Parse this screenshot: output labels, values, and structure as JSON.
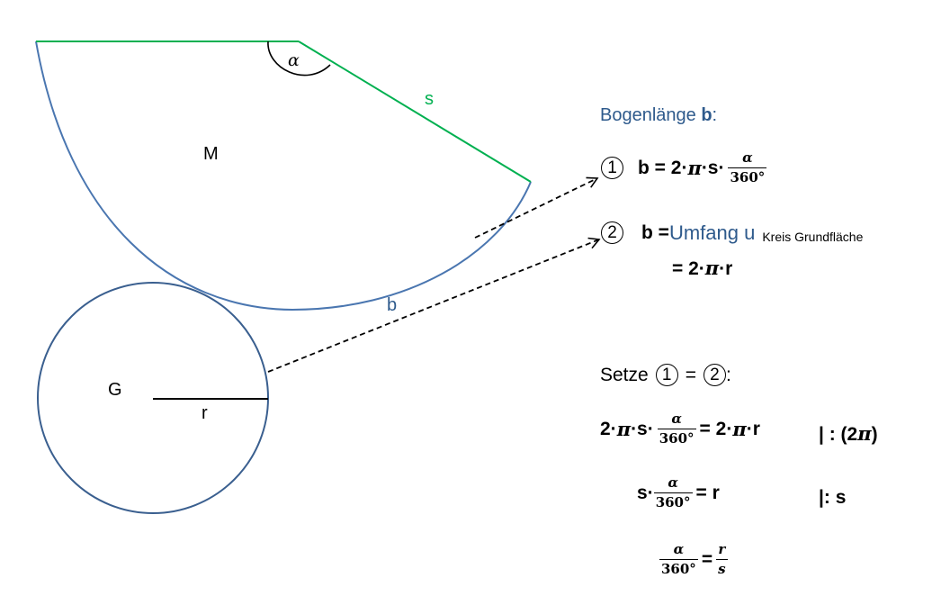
{
  "diagram": {
    "sector_label": "M",
    "slant_label": "s",
    "angle_label": "α",
    "arc_label": "b",
    "base_label": "G",
    "radius_label": "r"
  },
  "formulas": {
    "heading_prefix": "Bogenlänge ",
    "heading_var": "b",
    "heading_suffix": ":",
    "eq1_marker": "1",
    "eq1_lhs": "b = 2·",
    "eq1_pi": "π",
    "eq1_mid": "·s·",
    "eq1_num": "α",
    "eq1_den": "360°",
    "eq2_marker": "2",
    "eq2_lhs": "b = ",
    "eq2_umfang": "Umfang u",
    "eq2_sub": "Kreis Grundfläche",
    "eq2_line2_a": "= 2·",
    "eq2_line2_pi": "π",
    "eq2_line2_b": "·r",
    "setze_text": "Setze",
    "setze_m1": "1",
    "setze_eq": "=",
    "setze_m2": "2",
    "setze_colon": ":",
    "step1_a": "2·",
    "step1_pi": "π",
    "step1_b": "·s·",
    "step1_num": "α",
    "step1_den": "360°",
    "step1_rhs_a": "= 2·",
    "step1_rhs_pi": "π",
    "step1_rhs_b": "·r",
    "step1_op_a": "| : (2",
    "step1_op_pi": "π",
    "step1_op_b": ")",
    "step2_a": "s·",
    "step2_num": "α",
    "step2_den": "360°",
    "step2_rhs": "= r",
    "step2_op": "|: s",
    "step3_num": "α",
    "step3_den": "360°",
    "step3_eq": "=",
    "step3_rnum": "r",
    "step3_rden": "s"
  },
  "colors": {
    "green": "#00b050",
    "blue": "#4a76b0",
    "dark_blue": "#2e5a8c",
    "black": "#000000"
  }
}
